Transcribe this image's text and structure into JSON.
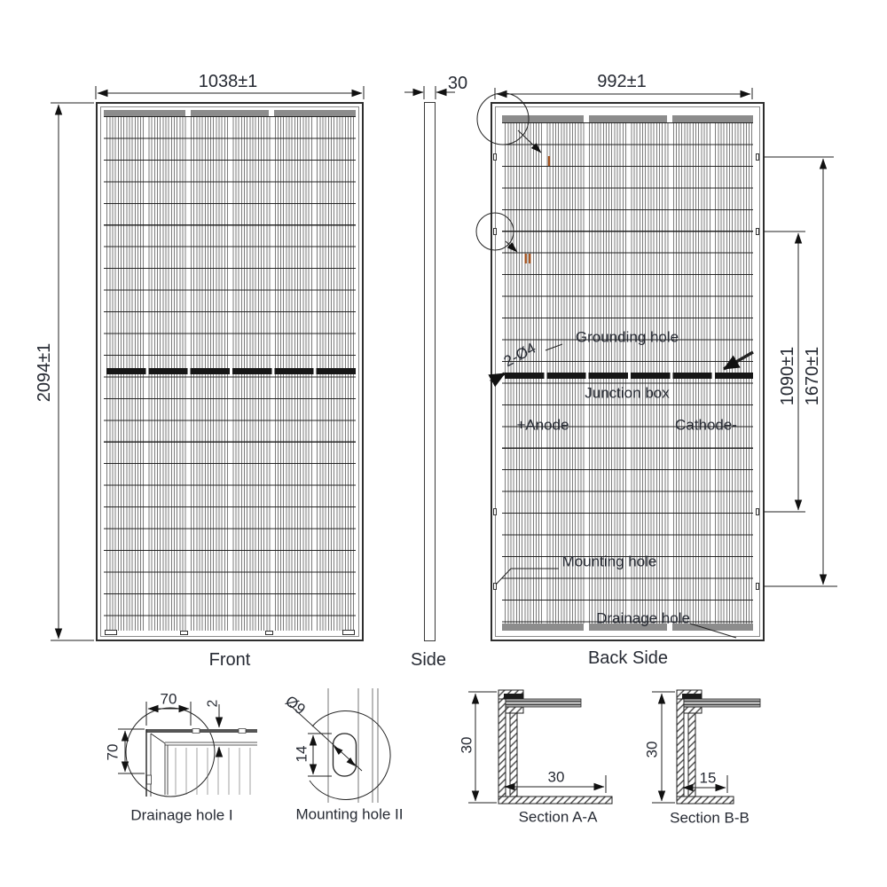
{
  "front_view": {
    "caption": "Front",
    "width_dim": "1038±1",
    "height_dim": "2094±1"
  },
  "side_view": {
    "caption": "Side",
    "thickness_dim": "30"
  },
  "back_view": {
    "caption": "Back Side",
    "width_dim": "992±1",
    "mount_span_inner": "1090±1",
    "mount_span_outer": "1670±1",
    "grounding_hole_label": "Grounding hole",
    "grounding_hole_spec": "2-Ø4",
    "junction_box_label": "Junction box",
    "anode_label": "+Anode",
    "cathode_label": "Cathode-",
    "mounting_hole_label": "Mounting hole",
    "drainage_hole_label": "Drainage hole",
    "detail_marker_drainage": "I",
    "detail_marker_mounting": "II"
  },
  "detail_drainage": {
    "caption": "Drainage hole I",
    "width_dim": "70",
    "height_dim": "70",
    "glass_step_dim": "2"
  },
  "detail_mounting": {
    "caption": "Mounting hole II",
    "slot_width_dim": "Ø9",
    "slot_length_dim": "14"
  },
  "section_aa": {
    "caption": "Section A-A",
    "frame_height_dim": "30",
    "flange_width_dim": "30"
  },
  "section_bb": {
    "caption": "Section B-B",
    "frame_height_dim": "30",
    "flange_width_dim": "15"
  }
}
